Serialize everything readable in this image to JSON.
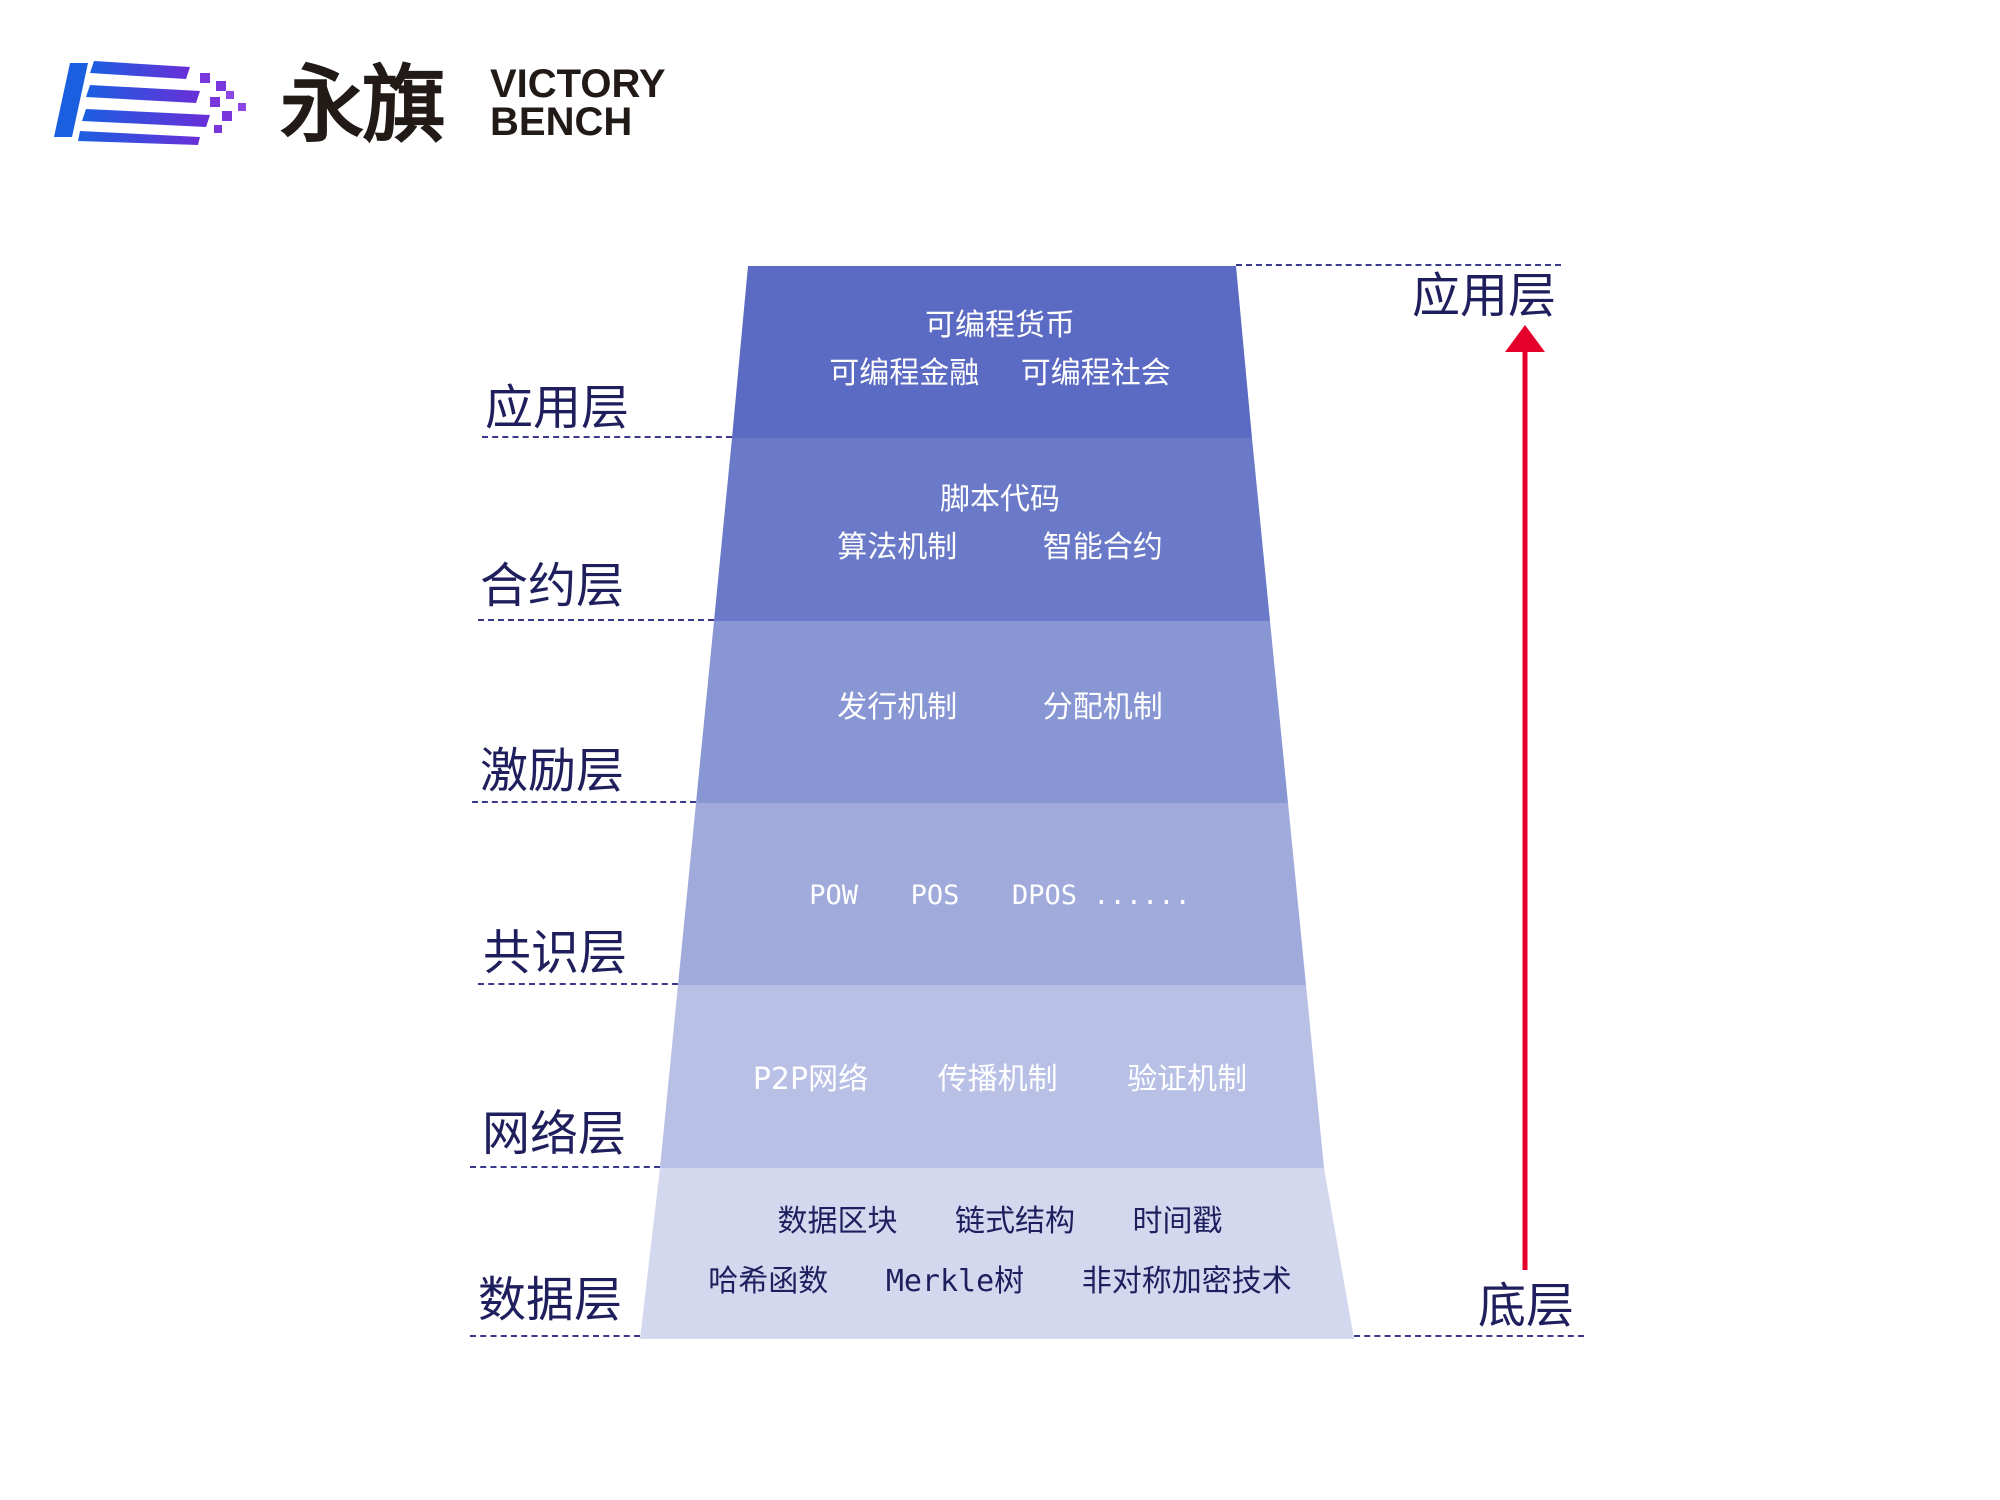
{
  "logo": {
    "cn": "永旗",
    "en_line1": "VICTORY",
    "en_line2": "BENCH"
  },
  "colors": {
    "application": "#5b6ac2",
    "contract": "#6a7ac8",
    "incentive": "#8896d3",
    "consensus": "#a0abdc",
    "network": "#b8c0e6",
    "data": "#d3d8ef",
    "arrow": "#e4002b",
    "label": "#1f1f5e"
  },
  "layers": [
    {
      "name": "应用层",
      "rows": [
        [
          "可编程货币"
        ],
        [
          "可编程金融",
          "可编程社会"
        ]
      ]
    },
    {
      "name": "合约层",
      "rows": [
        [
          "脚本代码"
        ],
        [
          "算法机制",
          "智能合约"
        ]
      ]
    },
    {
      "name": "激励层",
      "rows": [
        [
          "发行机制",
          "分配机制"
        ]
      ]
    },
    {
      "name": "共识层",
      "rows": [
        [
          "POW",
          "POS",
          "DPOS ......"
        ]
      ]
    },
    {
      "name": "网络层",
      "rows": [
        [
          "P2P网络",
          "传播机制",
          "验证机制"
        ]
      ]
    },
    {
      "name": "数据层",
      "rows": [
        [
          "数据区块",
          "链式结构",
          "时间戳"
        ],
        [
          "哈希函数",
          "Merkle树",
          "非对称加密技术"
        ]
      ]
    }
  ],
  "axis": {
    "top_label": "应用层",
    "bottom_label": "底层"
  }
}
